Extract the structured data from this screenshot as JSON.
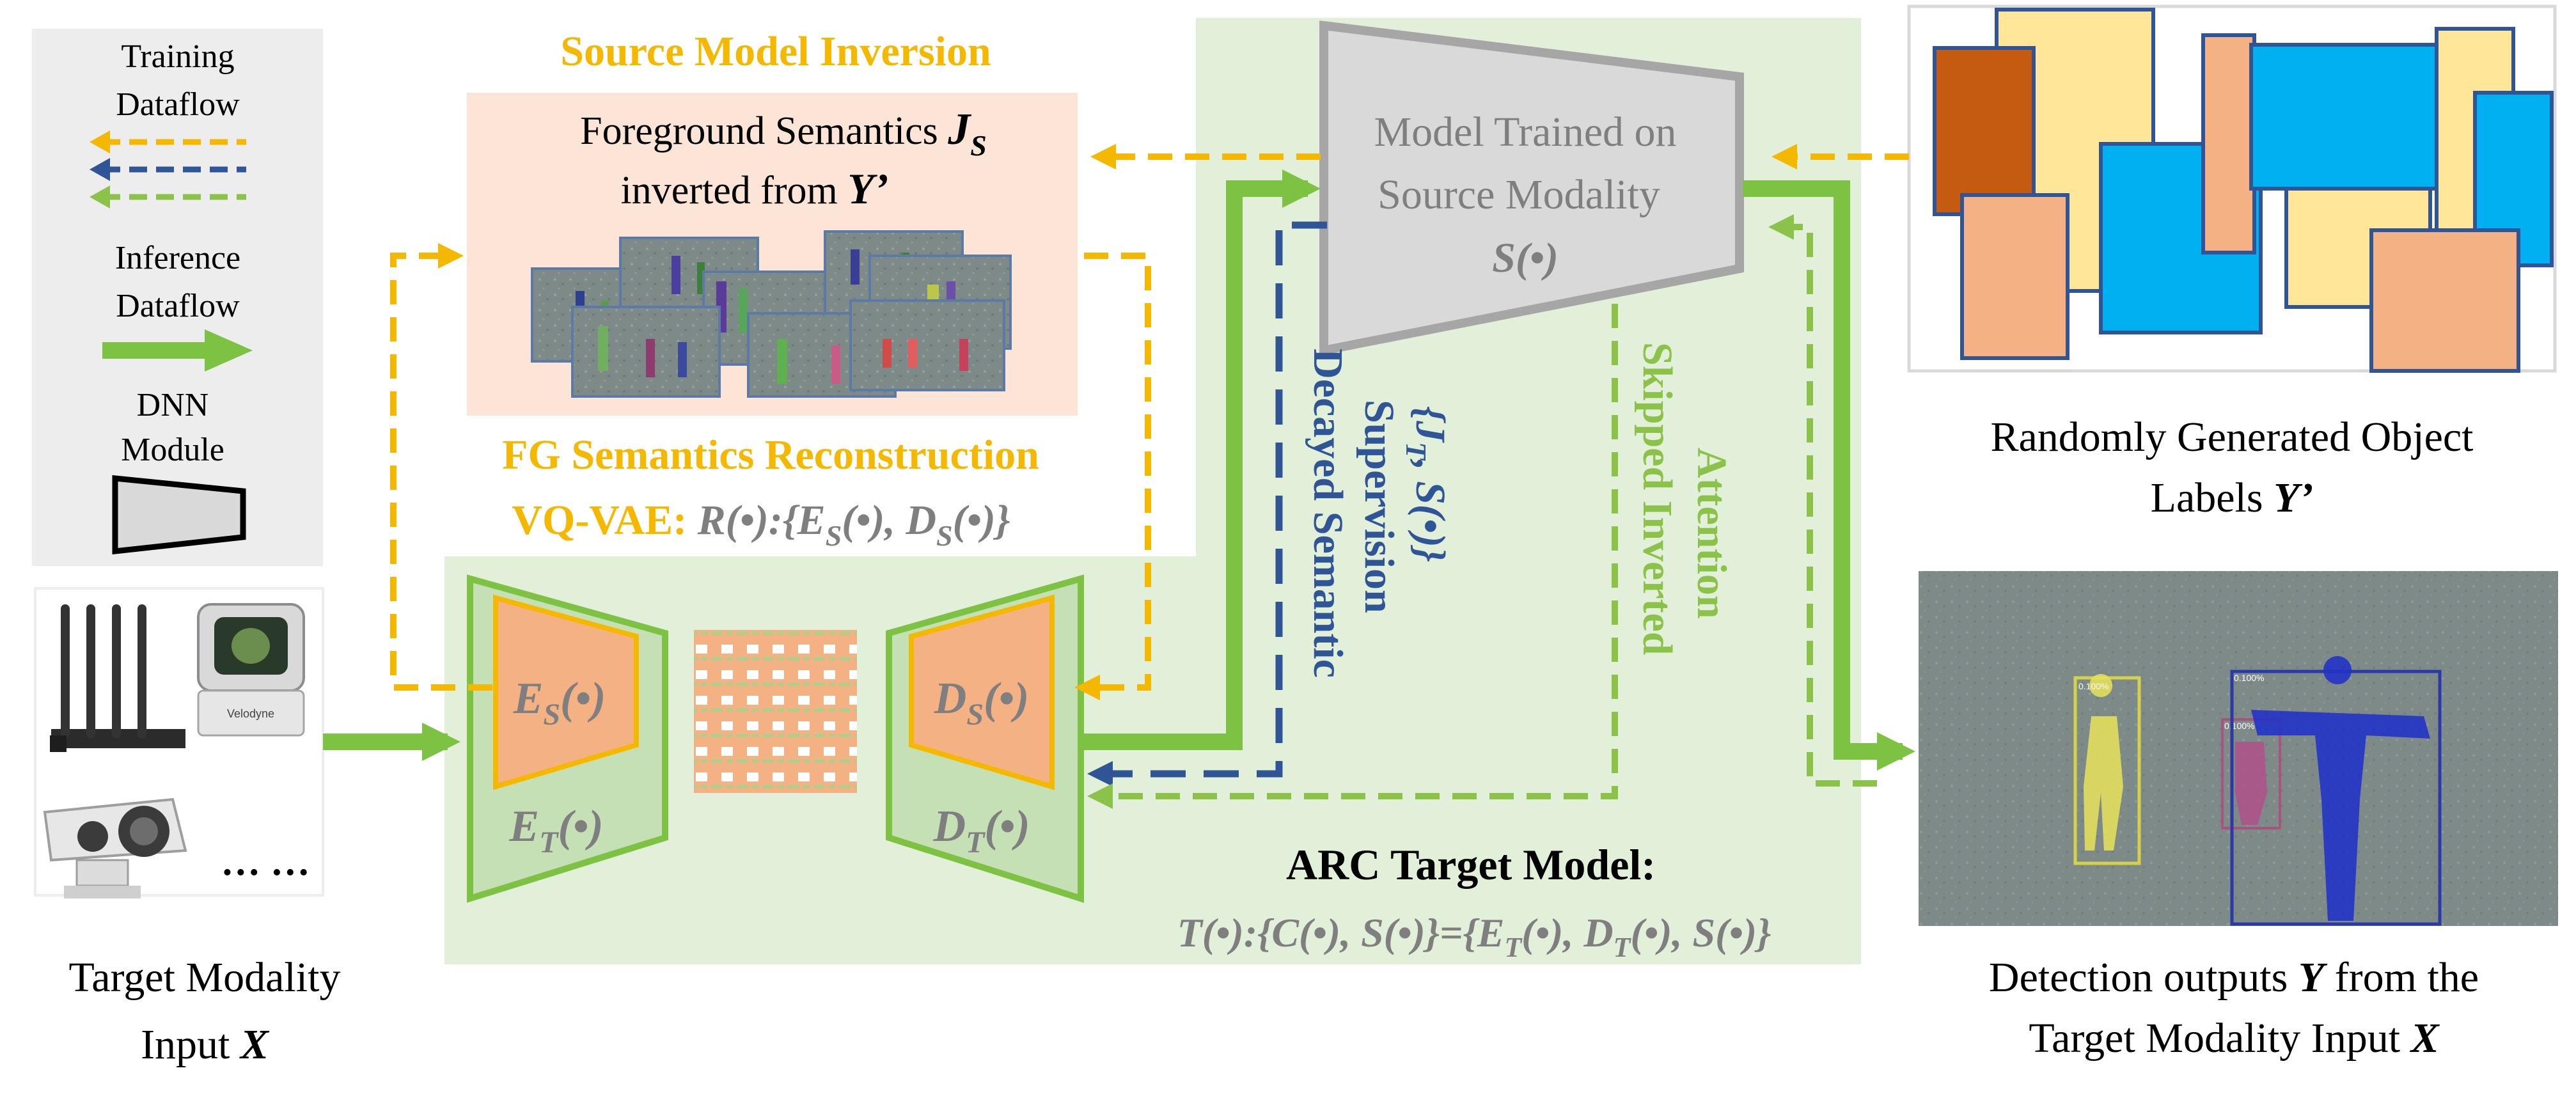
{
  "legend": {
    "training_line1": "Training",
    "training_line2": "Dataflow",
    "inference_line1": "Inference",
    "inference_line2": "Dataflow",
    "dnn_line1": "DNN",
    "dnn_line2": "Module"
  },
  "source_model_inversion": {
    "title": "Source Model Inversion",
    "caption_line1_prefix": "Foreground Semantics ",
    "caption_line1_symbol": "J",
    "caption_line1_sub": "S",
    "caption_line2_prefix": "inverted from ",
    "caption_line2_symbol": "Y’"
  },
  "source_model": {
    "line1": "Model Trained on",
    "line2": "Source Modality",
    "line3": "S(•)"
  },
  "random_labels": {
    "caption_line1": "Randomly Generated Object",
    "caption_line2_prefix": "Labels ",
    "caption_line2_symbol": "Y’"
  },
  "reconstruction": {
    "title": "FG Semantics Reconstruction",
    "vqvae_prefix": "VQ-VAE: ",
    "vqvae_formula": "R(•):{E",
    "vqvae_sub1": "S",
    "vqvae_mid": "(•), D",
    "vqvae_sub2": "S",
    "vqvae_end": "(•)}"
  },
  "encoder": {
    "es_main": "E",
    "es_sub": "S",
    "es_arg": "(•)",
    "et_main": "E",
    "et_sub": "T",
    "et_arg": "(•)"
  },
  "decoder": {
    "ds_main": "D",
    "ds_sub": "S",
    "ds_arg": "(•)",
    "dt_main": "D",
    "dt_sub": "T",
    "dt_arg": "(•)"
  },
  "supervision": {
    "line1": "Decayed Semantic",
    "line2": "Supervision",
    "line3_open": "{J",
    "line3_sub": "T",
    "line3_close": ", S(•)}"
  },
  "skipped": {
    "line1": "Skipped Inverted",
    "line2": "Attention"
  },
  "arc": {
    "title": "ARC Target Model:",
    "formula_a": "T(•):{C(•), S(•)}={E",
    "formula_sub1": "T",
    "formula_b": "(•), D",
    "formula_sub2": "T",
    "formula_c": "(•), S(•)}"
  },
  "sensors": {
    "ellipsis": "… …",
    "velodyne_text": "Velodyne",
    "caption_line1": "Target Modality",
    "caption_line2_prefix": "Input ",
    "caption_line2_symbol": "X"
  },
  "detection": {
    "score1": "0.100%",
    "score2": "0.100%",
    "score3": "0.100%",
    "caption_line1_prefix": "Detection outputs ",
    "caption_line1_symbol": "Y",
    "caption_line1_suffix": " from the",
    "caption_line2_prefix": "Target Modality Input ",
    "caption_line2_symbol": "X"
  },
  "colors": {
    "training_orange": "#F5B800",
    "training_blue": "#2F5597",
    "training_green": "#8BC34A",
    "inference_green": "#7DC242",
    "source_gray": "#A6A6A6",
    "panel_green": "#E2EFD9",
    "panel_peach": "#FCE4D6",
    "encoder_orange": "#F4B183",
    "legend_gray": "#EDEDED",
    "label_gray": "#7F7F7F"
  }
}
